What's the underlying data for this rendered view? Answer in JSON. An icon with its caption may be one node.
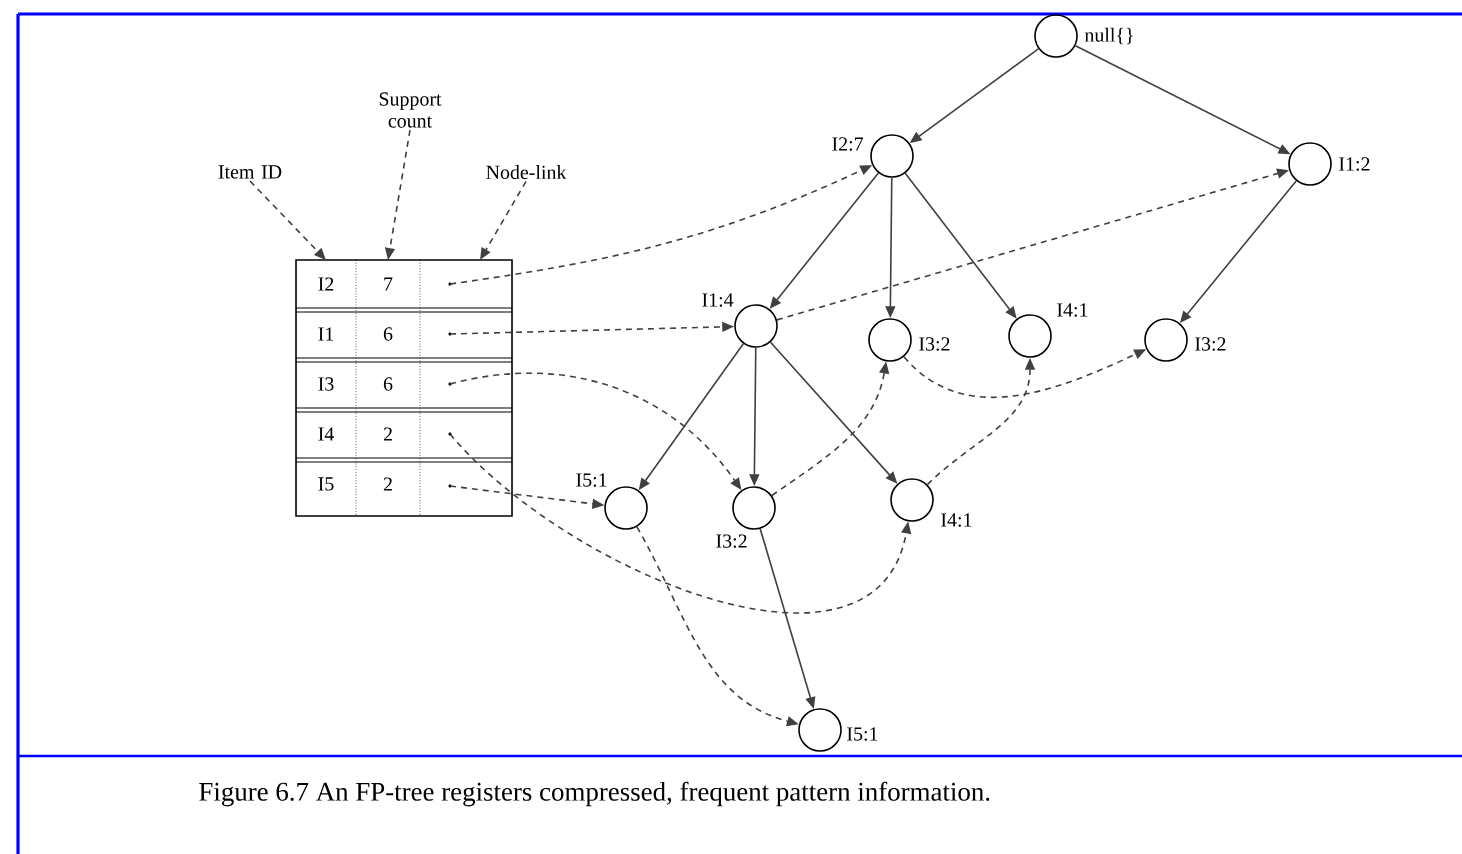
{
  "diagram": {
    "caption": "Figure 6.7 An FP-tree registers compressed, frequent pattern information.",
    "nodes": [
      {
        "text": [
          "Item ID"
        ]
      },
      {
        "text": [
          "Support count"
        ]
      },
      {
        "text": [
          "Node-link"
        ]
      },
      {
        "text": [],
        "shape": "box"
      },
      {
        "text": [],
        "shape": "box",
        "in": 3
      },
      {
        "text": [],
        "shape": "box",
        "in": 3
      },
      {
        "text": [],
        "shape": "box",
        "in": 3
      },
      {
        "text": [],
        "shape": "box",
        "in": 3
      },
      {
        "text": [],
        "shape": "box",
        "in": 3
      },
      {
        "text": [
          "null{}"
        ]
      },
      {
        "text": [
          "I2:7"
        ]
      },
      {
        "text": [
          "I1:2"
        ]
      },
      {
        "text": [
          "I1:4"
        ]
      },
      {
        "text": [
          "I3:2"
        ]
      },
      {
        "text": [
          "I4:1"
        ]
      },
      {
        "text": [
          "I3:2"
        ]
      },
      {
        "text": [
          "I5:1"
        ]
      },
      {
        "text": [
          "I3:2"
        ]
      },
      {
        "text": [
          "I4:1"
        ]
      },
      {
        "text": [
          "I5:1"
        ]
      }
    ],
    "edges": [
      {
        "from": 0,
        "to": 3,
        "arrow": "to",
        "style": "dashed"
      },
      {
        "from": 1,
        "to": 3,
        "arrow": "to",
        "style": "dashed"
      },
      {
        "from": 2,
        "to": 3,
        "arrow": "to",
        "style": "dashed"
      },
      {
        "from": 9,
        "to": 10,
        "arrow": "to"
      },
      {
        "from": 9,
        "to": 11,
        "arrow": "to"
      },
      {
        "from": 10,
        "to": 12,
        "arrow": "to"
      },
      {
        "from": 10,
        "to": 13,
        "arrow": "to"
      },
      {
        "from": 10,
        "to": 14,
        "arrow": "to"
      },
      {
        "from": 11,
        "to": 15,
        "arrow": "to"
      },
      {
        "from": 12,
        "to": 16,
        "arrow": "to"
      },
      {
        "from": 12,
        "to": 17,
        "arrow": "to"
      },
      {
        "from": 12,
        "to": 18,
        "arrow": "to"
      },
      {
        "from": 17,
        "to": 19,
        "arrow": "to"
      },
      {
        "from": 4,
        "to": 10,
        "arrow": "to",
        "style": "dashed"
      },
      {
        "from": 5,
        "to": 12,
        "arrow": "to",
        "style": "dashed"
      },
      {
        "from": 12,
        "to": 11,
        "arrow": "to",
        "style": "dashed"
      },
      {
        "from": 6,
        "to": 17,
        "arrow": "to",
        "style": "dashed"
      },
      {
        "from": 17,
        "to": 13,
        "arrow": "to",
        "style": "dashed"
      },
      {
        "from": 13,
        "to": 15,
        "arrow": "to",
        "style": "dashed"
      },
      {
        "from": 7,
        "to": 18,
        "arrow": "to",
        "style": "dashed"
      },
      {
        "from": 18,
        "to": 14,
        "arrow": "to",
        "style": "dashed"
      },
      {
        "from": 8,
        "to": 16,
        "arrow": "to",
        "style": "dashed"
      },
      {
        "from": 16,
        "to": 19,
        "arrow": "to",
        "style": "dashed"
      }
    ],
    "labels": [
      "I2",
      "7",
      "I1",
      "6",
      "I3",
      "6",
      "I4",
      "2",
      "I5",
      "2"
    ]
  }
}
